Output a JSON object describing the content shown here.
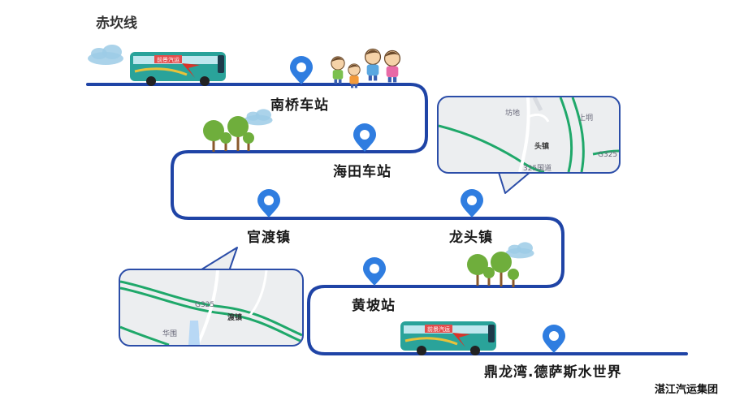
{
  "title": "赤坎线",
  "stations": [
    {
      "name": "南桥车站"
    },
    {
      "name": "海田车站"
    },
    {
      "name": "官渡镇"
    },
    {
      "name": "龙头镇"
    },
    {
      "name": "黄坡站"
    },
    {
      "name": "鼎龙湾.德萨斯水世界"
    }
  ],
  "bus": {
    "sign": "前景汽运"
  },
  "maps": [
    {
      "labels": [
        "坊地",
        "上垌",
        "头镇",
        "G325",
        "325国道"
      ]
    },
    {
      "labels": [
        "G325",
        "渡镇",
        "华围"
      ]
    }
  ],
  "footer": "湛江汽运集团",
  "colors": {
    "route": "#1f44a6",
    "pin": "#2f7de0",
    "bus": "#2aa39a",
    "tree": "#6fae3c",
    "road": "#1fa86a"
  }
}
